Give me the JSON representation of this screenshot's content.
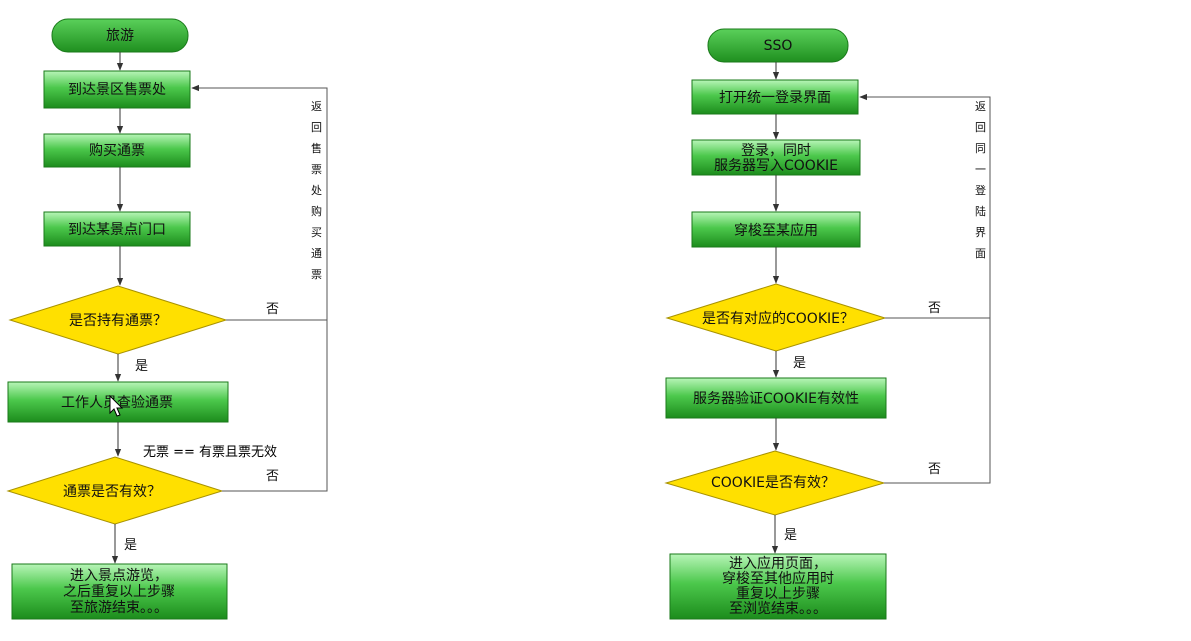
{
  "colors": {
    "green_dark": "#1f8f1f",
    "green_light": "#7fe07f",
    "diamond": "#ffe000",
    "line": "#333333"
  },
  "left": {
    "start": "旅游",
    "step1": "到达景区售票处",
    "step2": "购买通票",
    "step3": "到达某景点门口",
    "decision1": "是否持有通票？",
    "step4": "工作人员查验通票",
    "decision2": "通票是否有效？",
    "end_lines": [
      "进入景点游览，",
      "之后重复以上步骤",
      "至旅游结束。。。"
    ],
    "yes1": "是",
    "no1": "否",
    "yes2": "是",
    "no2": "否",
    "note": "无票 == 有票且票无效",
    "return_chars": [
      "返",
      "回",
      "售",
      "票",
      "处",
      "购",
      "买",
      "通",
      "票"
    ]
  },
  "right": {
    "start": "SSO",
    "step1": "打开统一登录界面",
    "step2_lines": [
      "登录，同时",
      "服务器写入COOKIE"
    ],
    "step3": "穿梭至某应用",
    "decision1": "是否有对应的COOKIE？",
    "step4": "服务器验证COOKIE有效性",
    "decision2": "COOKIE是否有效？",
    "end_lines": [
      "进入应用页面，",
      "穿梭至其他应用时",
      "重复以上步骤",
      "至浏览结束。。。"
    ],
    "yes1": "是",
    "no1": "否",
    "yes2": "是",
    "no2": "否",
    "return_chars": [
      "返",
      "回",
      "同",
      "一",
      "登",
      "陆",
      "界",
      "面"
    ]
  }
}
